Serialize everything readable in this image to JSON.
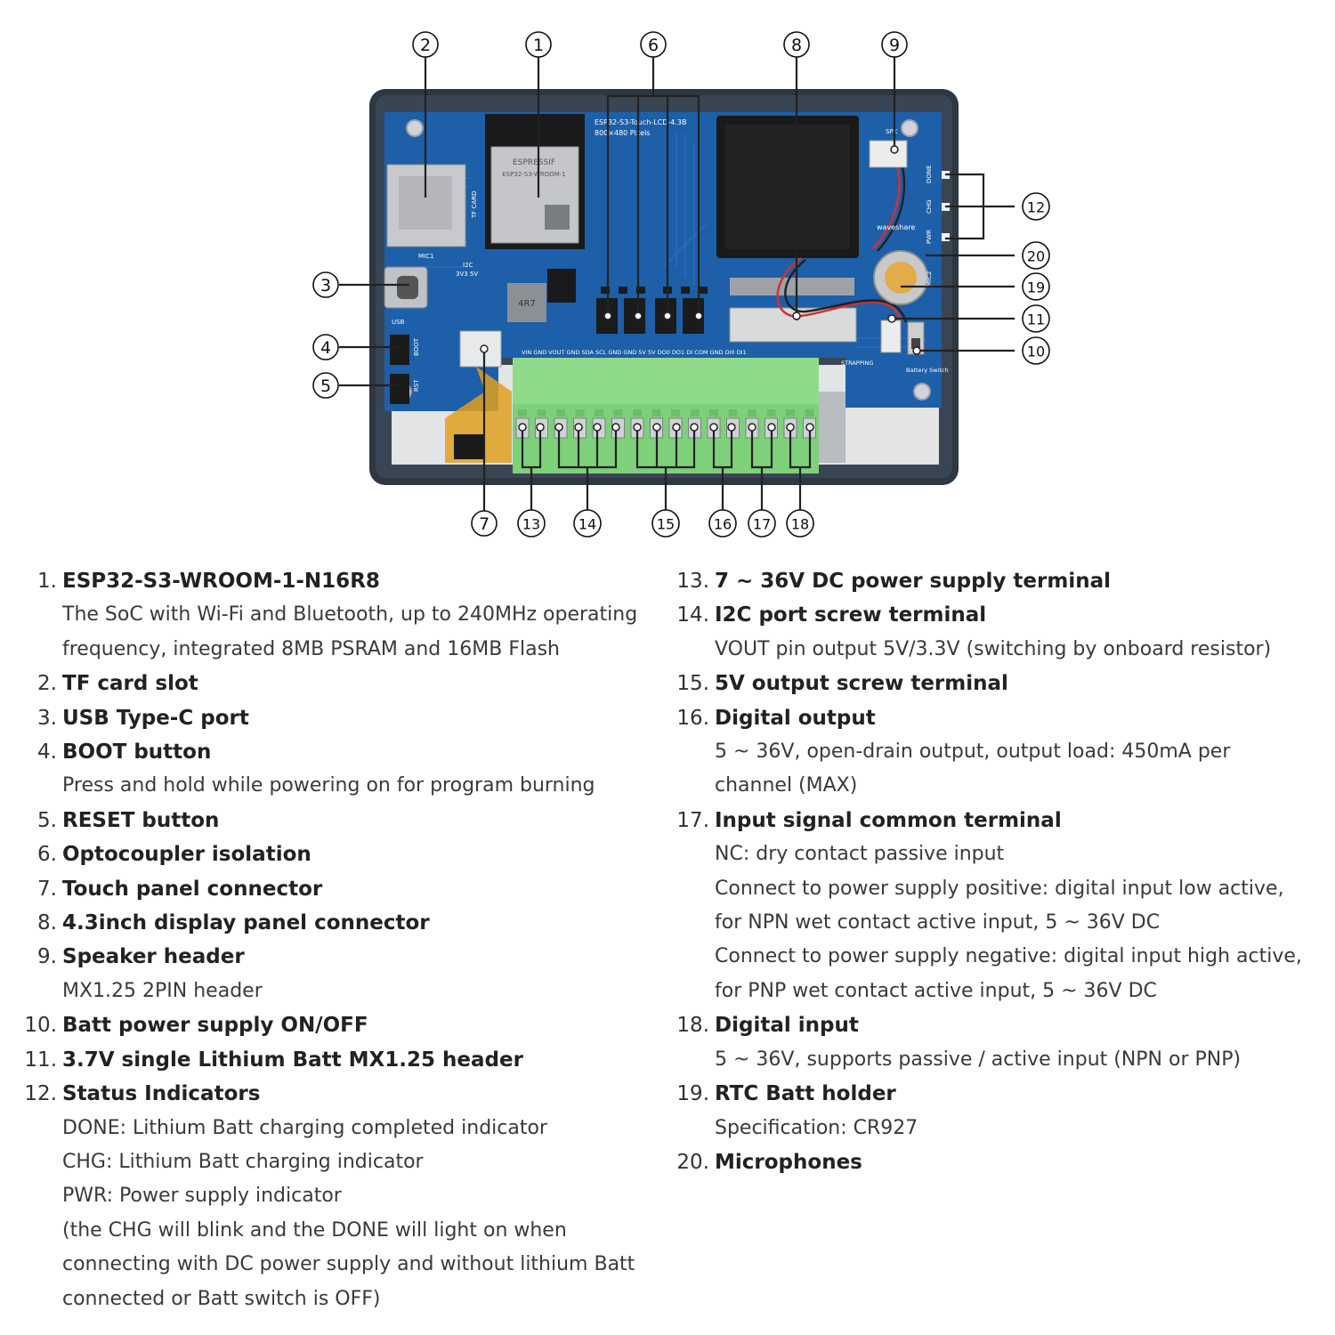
{
  "board": {
    "module_label": "ESPRESSIF",
    "module_sub": "ESP32-S3-WROOM-1",
    "board_name": "ESP32-S3-Touch-LCD-4.3B",
    "resolution": "800×480 Pixels",
    "silk_labels": {
      "usb": "USB",
      "boot": "BOOT",
      "rst": "RST",
      "mic1": "MIC1",
      "mic2": "MIC2",
      "tf_card": "TF CARD",
      "i2c": "I2C",
      "i2c_sel": "3V3 5V",
      "inductor": "4R7",
      "spk": "SPK",
      "done": "DONE",
      "chg": "CHG",
      "pwr": "PWR",
      "strapping": "STRAPPING",
      "battery_switch": "Battery Switch",
      "brand": "waveshare",
      "terminal_pins": "VIN GND VOUT GND SDA SCL GND GND 5V 5V DO0 DO1 DI COM GND DI0 DI1"
    }
  },
  "callouts": [
    "1",
    "2",
    "3",
    "4",
    "5",
    "6",
    "7",
    "8",
    "9",
    "10",
    "11",
    "12",
    "13",
    "14",
    "15",
    "16",
    "17",
    "18",
    "19",
    "20"
  ],
  "items_left": [
    {
      "num": "1.",
      "title": "ESP32-S3-WROOM-1-N16R8",
      "desc": [
        "The SoC with Wi-Fi and Bluetooth, up to 240MHz operating",
        "frequency, integrated 8MB PSRAM and 16MB Flash"
      ]
    },
    {
      "num": "2.",
      "title": "TF card slot",
      "desc": []
    },
    {
      "num": "3.",
      "title": "USB Type-C port",
      "desc": []
    },
    {
      "num": "4.",
      "title": "BOOT button",
      "desc": [
        "Press and hold while powering on for program burning"
      ]
    },
    {
      "num": "5.",
      "title": "RESET button",
      "desc": []
    },
    {
      "num": "6.",
      "title": "Optocoupler isolation",
      "desc": []
    },
    {
      "num": "7.",
      "title": "Touch panel connector",
      "desc": []
    },
    {
      "num": "8.",
      "title": "4.3inch display panel connector",
      "desc": []
    },
    {
      "num": "9.",
      "title": "Speaker header",
      "desc": [
        "MX1.25 2PIN header"
      ]
    },
    {
      "num": "10.",
      "title": "Batt power supply ON/OFF",
      "desc": []
    },
    {
      "num": "11.",
      "title": "3.7V single Lithium Batt MX1.25 header",
      "desc": []
    },
    {
      "num": "12.",
      "title": "Status Indicators",
      "desc": [
        "DONE: Lithium Batt charging completed indicator",
        "CHG: Lithium Batt charging indicator",
        "PWR: Power supply indicator",
        "(the CHG will blink and the DONE will light on when",
        "connecting with DC power supply and without lithium Batt",
        "connected or Batt switch is OFF)"
      ]
    }
  ],
  "items_right": [
    {
      "num": "13.",
      "title": "7 ~ 36V DC power supply terminal",
      "desc": []
    },
    {
      "num": "14.",
      "title": "I2C port screw terminal",
      "desc": [
        "VOUT pin output 5V/3.3V (switching by onboard resistor)"
      ]
    },
    {
      "num": "15.",
      "title": "5V output screw terminal",
      "desc": []
    },
    {
      "num": "16.",
      "title": "Digital output",
      "desc": [
        "5 ~ 36V, open-drain output, output load: 450mA per",
        "channel (MAX)"
      ]
    },
    {
      "num": "17.",
      "title": "Input signal common terminal",
      "desc": [
        "NC: dry contact passive input",
        "Connect to power supply positive: digital input low active,",
        "for NPN wet contact active input, 5 ~ 36V DC",
        "Connect to power supply negative: digital input high active,",
        "for PNP wet contact active input, 5 ~ 36V DC"
      ]
    },
    {
      "num": "18.",
      "title": "Digital input",
      "desc": [
        "5 ~ 36V, supports passive / active input (NPN or PNP)"
      ]
    },
    {
      "num": "19.",
      "title": "RTC Batt holder",
      "desc": [
        "Specification: CR927"
      ]
    },
    {
      "num": "20.",
      "title": "Microphones",
      "desc": []
    }
  ],
  "colors": {
    "pcb": "#1d5fa8",
    "frame": "#2e3744",
    "terminal": "#7ed07a",
    "header": "#1b1b1b"
  }
}
